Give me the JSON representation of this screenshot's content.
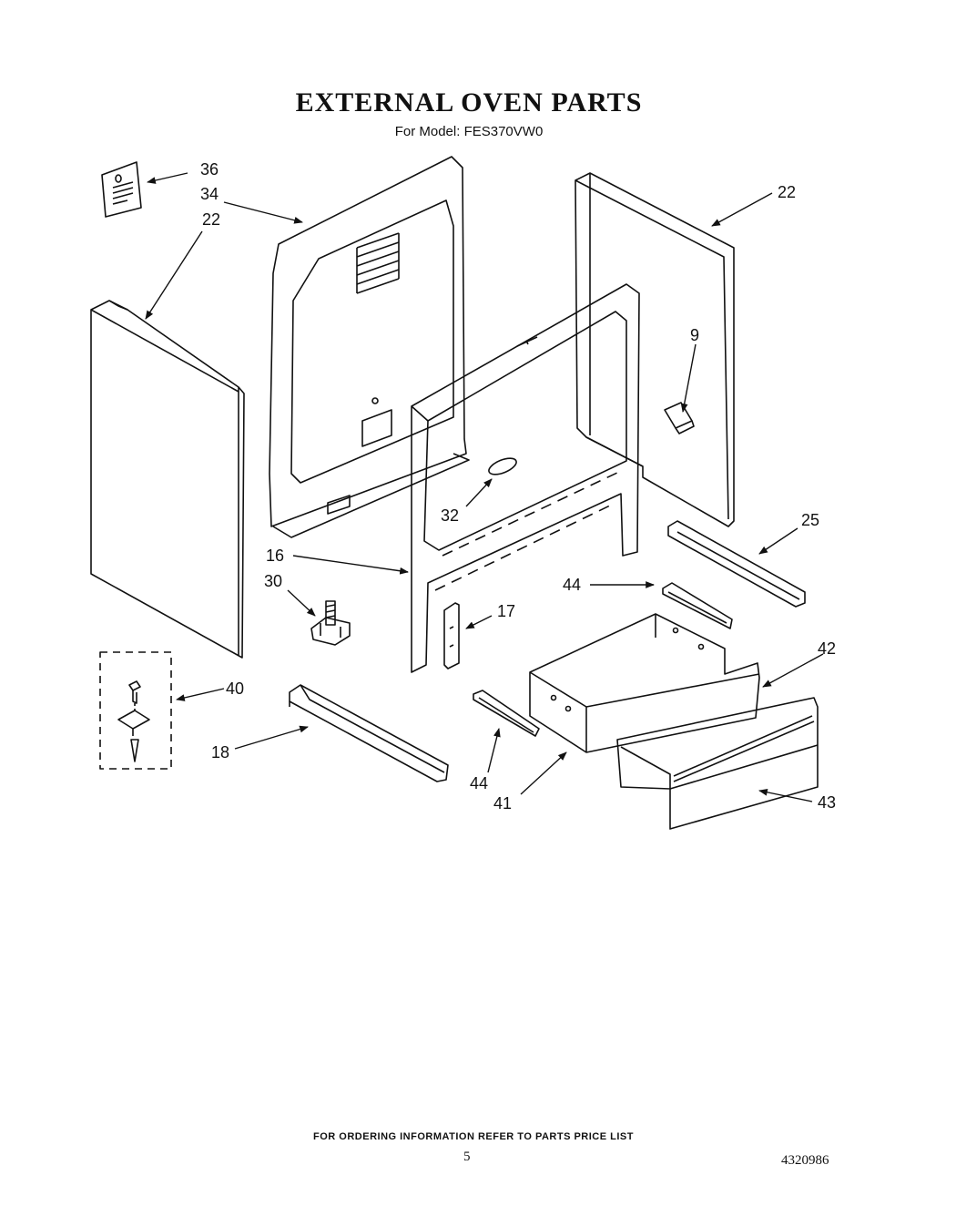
{
  "header": {
    "title": "EXTERNAL OVEN PARTS",
    "model_label": "For Model:",
    "model_number": "FES370VW0"
  },
  "callouts": {
    "c36": "36",
    "c34": "34",
    "c22_left": "22",
    "c22_right": "22",
    "c9": "9",
    "c32": "32",
    "c25": "25",
    "c16": "16",
    "c30": "30",
    "c44_upper": "44",
    "c17": "17",
    "c40": "40",
    "c42": "42",
    "c18": "18",
    "c44_lower": "44",
    "c41": "41",
    "c43": "43"
  },
  "footer": {
    "ordering_note": "FOR ORDERING INFORMATION REFER TO PARTS PRICE LIST",
    "page_number": "5",
    "document_number": "4320986"
  }
}
